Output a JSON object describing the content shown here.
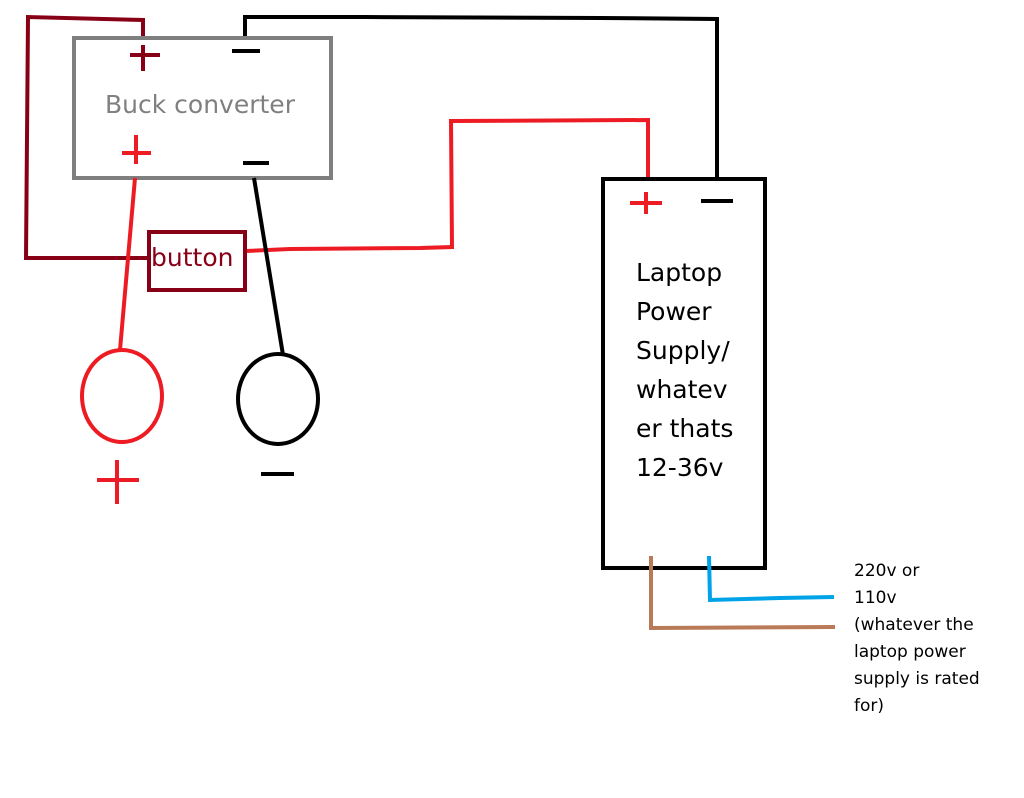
{
  "diagram": {
    "title": "Buck converter wiring with laptop power supply",
    "colors": {
      "buck_box": "#7f7f7f",
      "dark_red_wire": "#880015",
      "red_wire": "#ed1c24",
      "black_wire": "#000000",
      "brown_wire": "#b97a57",
      "blue_wire": "#00a2e8"
    },
    "buck_converter": {
      "label": "Buck converter",
      "input_plus": "+",
      "input_minus": "—",
      "output_plus": "+",
      "output_minus": "—"
    },
    "button": {
      "label": "button"
    },
    "output_terminals": {
      "positive_symbol": "+",
      "negative_symbol": "—"
    },
    "laptop_power_supply": {
      "plus": "+",
      "minus": "—",
      "label_lines": [
        "Laptop",
        "Power",
        "Supply/",
        "whatev",
        "er thats",
        "12-36v"
      ]
    },
    "mains_note": {
      "lines": [
        "220v or",
        "110v",
        "(whatever the",
        "laptop power",
        "supply is rated",
        "for)"
      ]
    }
  }
}
